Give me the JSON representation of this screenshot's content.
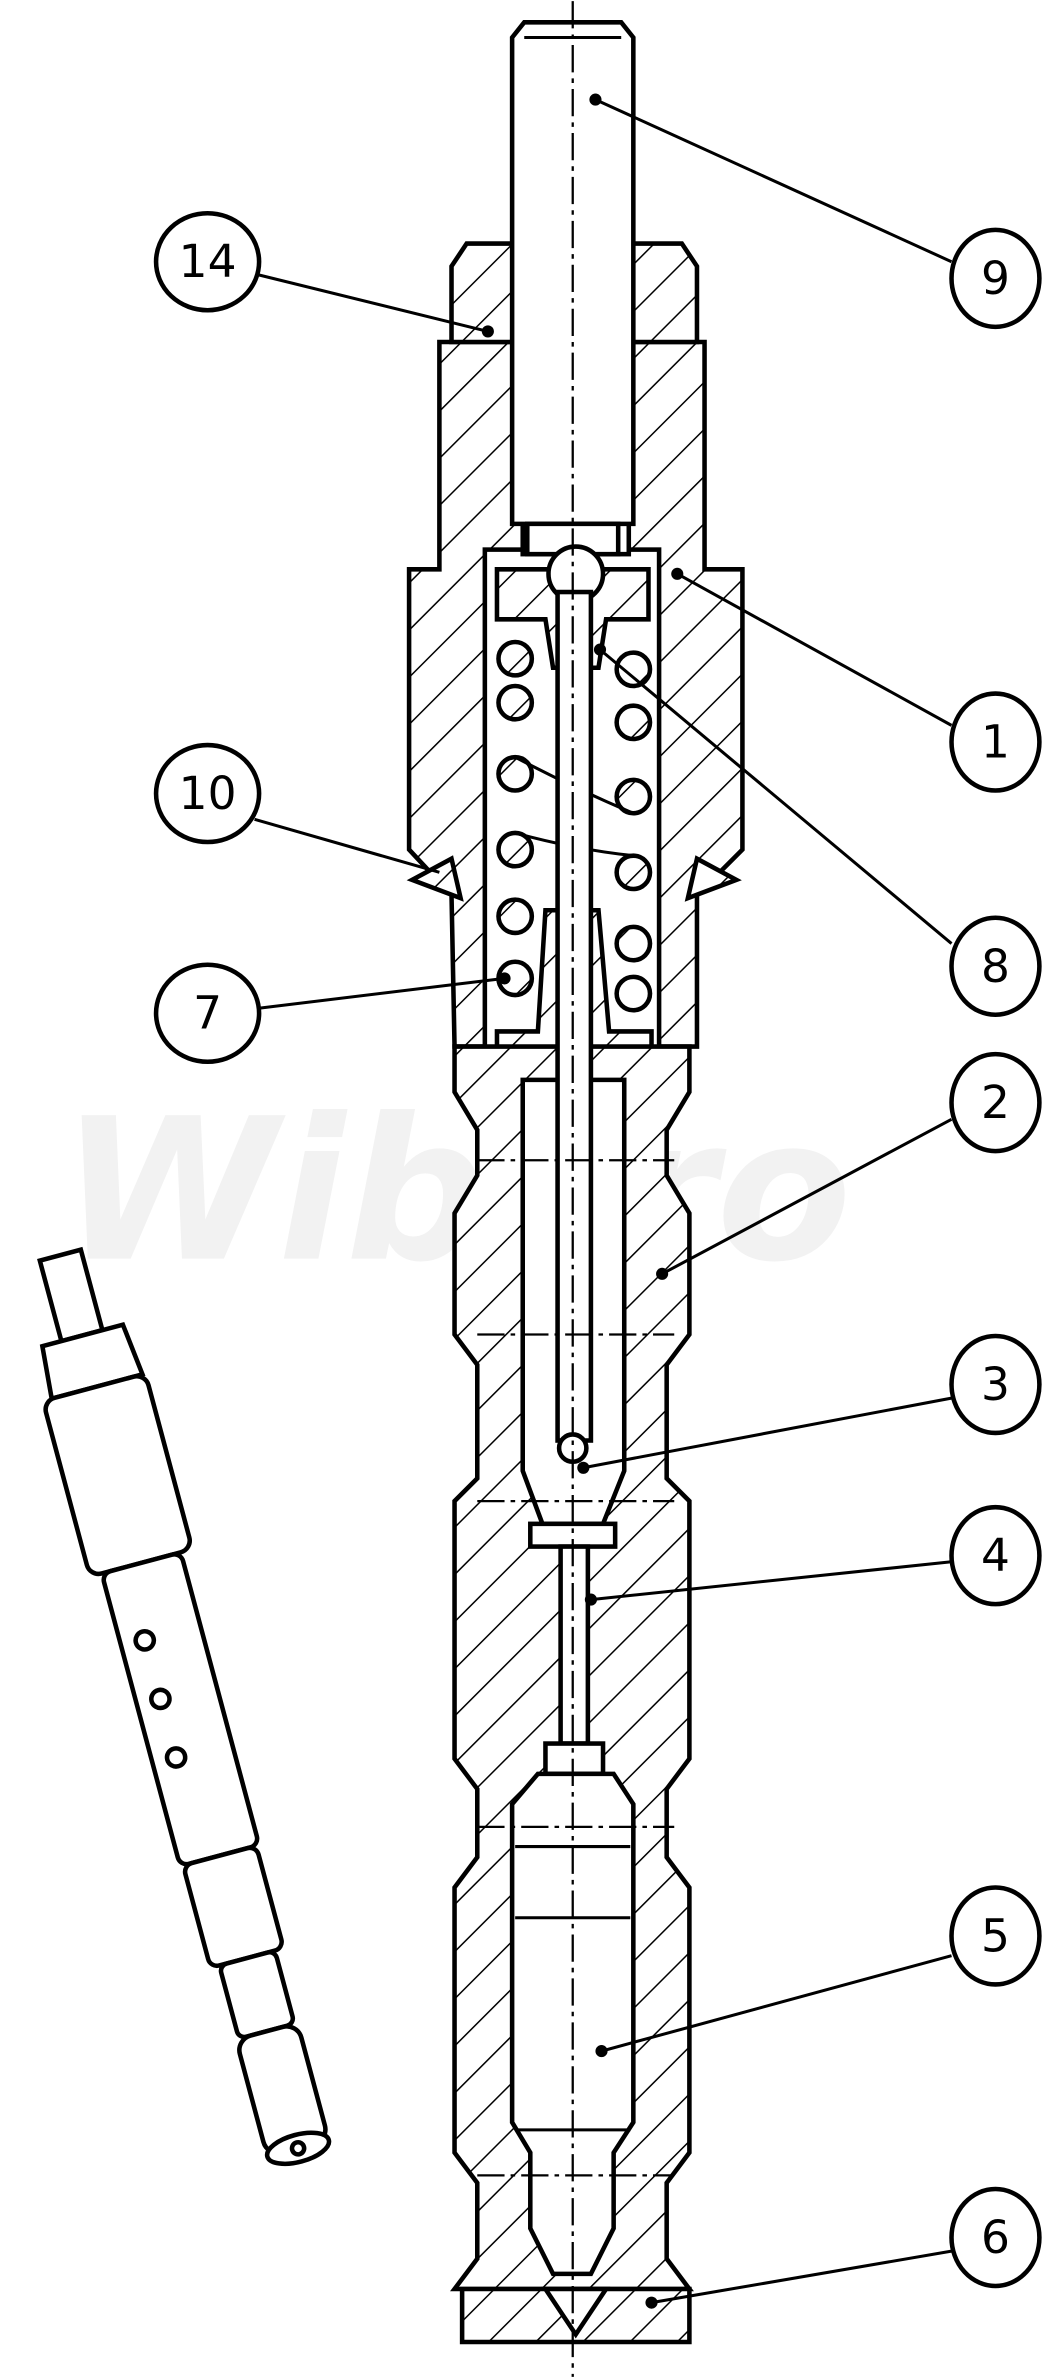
{
  "watermark": "Wibaro",
  "balloons": [
    {
      "label": "9"
    },
    {
      "label": "14"
    },
    {
      "label": "1"
    },
    {
      "label": "10"
    },
    {
      "label": "8"
    },
    {
      "label": "7"
    },
    {
      "label": "2"
    },
    {
      "label": "3"
    },
    {
      "label": "4"
    },
    {
      "label": "5"
    },
    {
      "label": "6"
    }
  ]
}
